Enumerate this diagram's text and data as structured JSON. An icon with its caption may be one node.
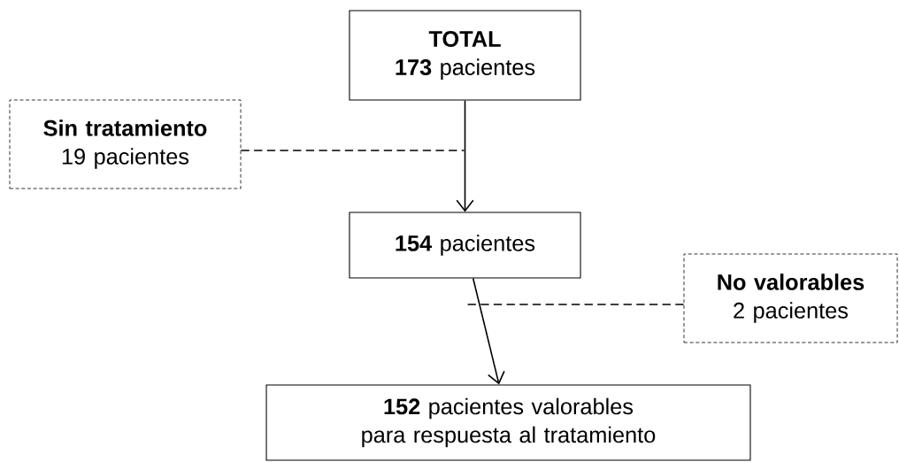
{
  "diagram": {
    "nodes": [
      {
        "text": [
          "TOTAL",
          "**173** pacientes"
        ]
      },
      {
        "text": [
          "Sin tratamiento",
          "19 pacientes"
        ]
      },
      {
        "text": [
          "**154** pacientes"
        ]
      },
      {
        "text": [
          "No valorables",
          "2 pacientes"
        ]
      },
      {
        "text": [
          "**152** pacientes valorables para respuesta al tratamiento"
        ]
      }
    ],
    "edges": [
      {
        "from": 0,
        "to": 2,
        "arrow": "to"
      },
      {
        "from": 1,
        "to": null,
        "arrow": "none",
        "style": "dashed"
      },
      {
        "from": 2,
        "to": 4,
        "arrow": "to"
      },
      {
        "from": 3,
        "to": null,
        "arrow": "none",
        "style": "dashed"
      }
    ]
  }
}
